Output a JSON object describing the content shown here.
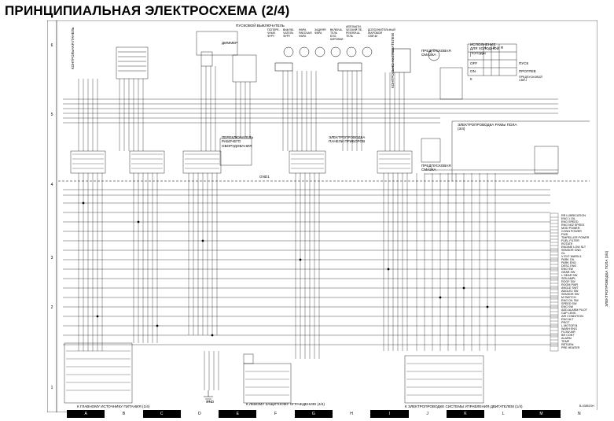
{
  "title": "ПРИНЦИПИАЛЬНАЯ ЭЛЕКТРОСХЕМА (2/4)",
  "rows": [
    "6",
    "5",
    "4",
    "3",
    "2",
    "1"
  ],
  "columns": [
    "A",
    "B",
    "C",
    "D",
    "E",
    "F",
    "G",
    "H",
    "I",
    "J",
    "K",
    "L",
    "M",
    "N"
  ],
  "components": {
    "control_panel": "КОНТРОЛЬНАЯ ПАНЕЛЬ",
    "start_switch": "ПУСКОВОЙ ВЫКЛЮЧАТЕЛЬ",
    "dimmer": "ДИММЕР",
    "lamp_labels": [
      "ПОПЕРЕ- ЧНЫЕ ФУРУ",
      "ВЫКЛЮ- ЧАТЕЛЬ ФУРУ",
      "ФАРА РАБОЧАЯ ФАРА",
      "ЗАДНЯЯ ФАРА",
      "ВКЛЮЧА- ТЕЛЬ БЛО- КИРОВКИ",
      "АВТОМАТИ- ЧЕСКИЙ ПЕ- РЕКЛЮЧА- ТЕЛЬ",
      "ДОПОЛНИТЕЛЬНЫЙ ЖАРОВОЙ СВЕЧИ"
    ],
    "indicator_panel": "КОНТРОЛЬНО-НАГРЕВАТЕЛЕМ",
    "preheat_signal": "ПРЕДПУСКОВАЯ СМАЗКА",
    "cold_weather": "ИСПОЛНЕНИЕ ДЛЯ ХОЛОДНОЙ ПОГОДЫ",
    "switch_table_headers": [
      "",
      "L",
      "S",
      "R"
    ],
    "switch_table_rows": [
      {
        "pos": "I",
        "label": ""
      },
      {
        "pos": "OFF",
        "label": "ПУСК"
      },
      {
        "pos": "ON",
        "label": "ПРОГРЕВ"
      },
      {
        "pos": "II",
        "label": "ПРЕДПУСКОВОЙ СВЕЧ"
      }
    ],
    "work_equipment_switch": "ПЕРЕКЛЮЧАТЕЛЬ РАБОЧЕГО ОБОРУДОВАНИЯ",
    "instrument_panel_wiring": "ЭЛЕКТРОПРОВОДКА ПАНЕЛИ ПРИБОРОВ",
    "floor_frame_wiring": "ЭЛЕКТРОПРОВОДКА РАМЫ ПОЛА (3/4)",
    "floor_wiring_right": "ЭЛЕКТРОПРОВОДКА ПОЛА (3/4)",
    "preheat_signal_2": "ПРЕДПУСКОВАЯ СМАЗКА",
    "gnd": "GND",
    "gnd_right": "GND1",
    "right_signals": [
      "RR LUBRICATION",
      "ENG 1 OIL",
      "ENG SPEED",
      "ENG N02 SPEED",
      "MOD POWER",
      "CONN POWER",
      "FWD",
      "TIMPELLER POWER",
      "FUEL FILTER",
      "ROTATE",
      "ENGINE LOW SLT",
      "SENSOR GND",
      "",
      "GL",
      "V EXT WARN 1",
      "PARK OIL",
      "PARK ENG",
      "DESC ENG",
      "ENG SW",
      "GEAR SW",
      "L GEAR SW",
      "SEN AMPL",
      "ROOF SW",
      "ROOM PWR",
      "ANGLE SWT",
      "ANGLE2 SW",
      "SENSOR SW",
      "M SWITCH",
      "ENG OIL SW",
      "SPEED SW",
      "ENG SW",
      "ADD ALARM PILOT",
      "CAP LENS",
      "AIR CONDITION",
      "ENG ALT",
      "PROT",
      "L.MOTOR B",
      "WASH ENG",
      "FLOW AIR",
      "BR CONT",
      "ALARM",
      "TEMP",
      "RETURN",
      "PRE HEATER"
    ]
  },
  "bottom_labels": {
    "main_power": "К ГЛАВНОМУ ИСТОЧНИКУ ПИТАНИЯ (1/4)",
    "left_guard": "К ЛЕВОМУ ЗАЩИТНОМУ ОГРАЖДЕНИЮ (4/4)",
    "engine_control": "К ЭЛЕКТРОПРОВОДКЕ СИСТЕМЫ УПРАВЛЕНИЯ ДВИГАТЕЛЕМ (1/4)"
  },
  "doc_code": "B-03851SH"
}
